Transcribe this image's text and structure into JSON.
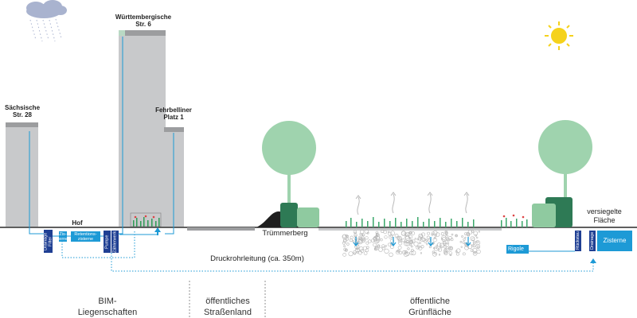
{
  "buildings": {
    "saechsische": "Sächsische\nStr. 28",
    "wuerttembergische": "Württembergische\nStr. 6",
    "fehrbelliner": "Fehrbelliner\nPlatz 1"
  },
  "labels": {
    "hof": "Hof",
    "truemmerberg": "Trümmerberg",
    "versiegelte_flaeche": "versiegelte\nFläche",
    "druckrohrleitung": "Druckrohrleitung (ca. 350m)",
    "rigole": "Rigole",
    "zisterne_right": "Zisterne"
  },
  "components": {
    "drainage_filter": "Drainage Filter",
    "zisterne_small": "Zis-\nterne",
    "retentionszisterne": "Retentions-\nzisterne",
    "pumpe": "Pumpe",
    "zaehlerwerk": "Zählerwerk",
    "rueckstau": "Rückstau",
    "drainage_right": "Drainage"
  },
  "zones": {
    "bim": "BIM-\nLiegenschaften",
    "strassenland": "öffentliches\nStraßenland",
    "gruenflaeche": "öffentliche\nGrünfläche"
  },
  "colors": {
    "building": "#c8c9cb",
    "roof": "#9c9d9f",
    "tree": "#9fd3ae",
    "bush_dark": "#2e7a55",
    "bush_light": "#8fcaa0",
    "pipe": "#1d9ad6",
    "box_dark": "#1f3f93",
    "box_blue": "#1d9ad6",
    "sun": "#f5d21c",
    "cloud": "#a9b3cf"
  }
}
